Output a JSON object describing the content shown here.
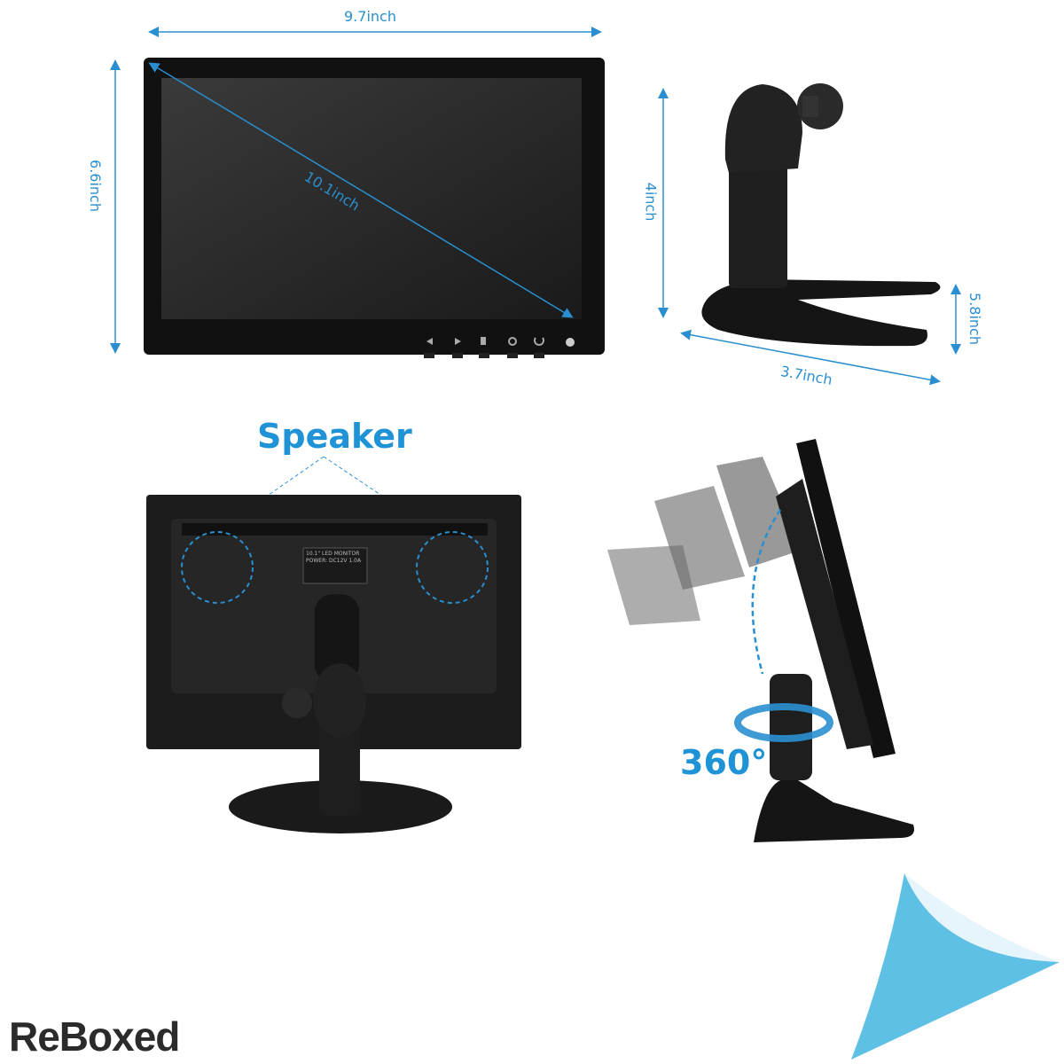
{
  "dimensions": {
    "width_label": "9.7inch",
    "height_label": "6.6inch",
    "diagonal_label": "10.1inch",
    "stand_height_label": "4inch",
    "stand_depth_label": "5.8inch",
    "stand_width_label": "3.7inch"
  },
  "callouts": {
    "speaker": "Speaker",
    "rotation": "360°"
  },
  "front_buttons": [
    "left-arrow-icon",
    "right-arrow-icon",
    "menu-icon",
    "source-icon",
    "power-icon",
    "led-indicator"
  ],
  "back_label_text": "10.1\" LED MONITOR POWER: DC12V 1.0A",
  "brand": {
    "logo": "ReBoxed"
  },
  "colors": {
    "accent": "#1f93d6",
    "corner": "#5fc0e6",
    "device": "#1c1c1c"
  }
}
